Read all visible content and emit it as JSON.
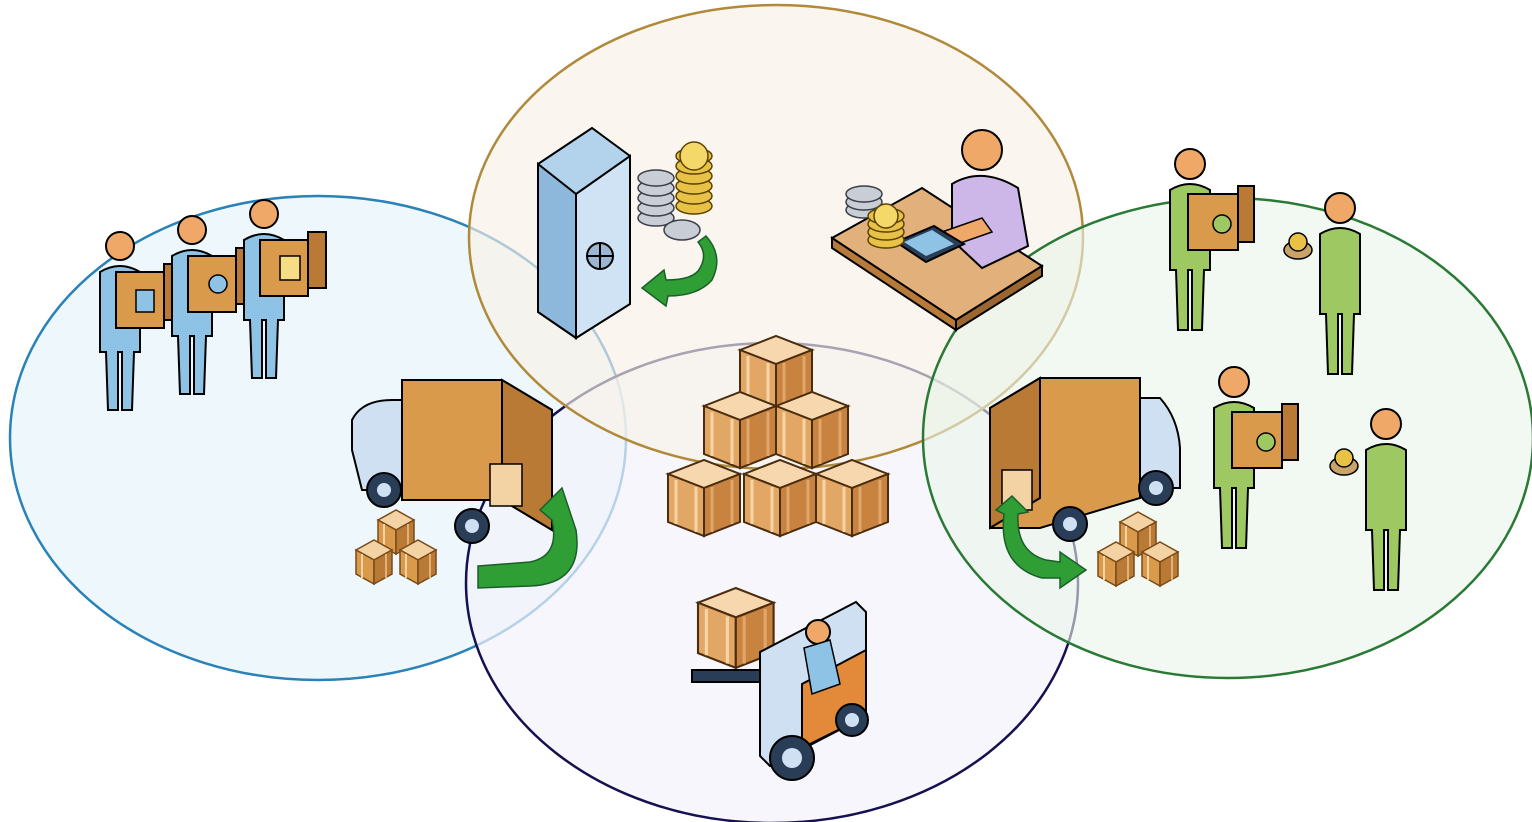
{
  "diagram": {
    "type": "overlapping-circles",
    "circles": [
      {
        "id": "suppliers",
        "stroke": "#2a82b8",
        "fill": "#e6f3fb"
      },
      {
        "id": "finance",
        "stroke": "#b08a3a",
        "fill": "#f8f1e6"
      },
      {
        "id": "warehouse",
        "stroke": "#15104f",
        "fill": "#f3f2fb"
      },
      {
        "id": "customers",
        "stroke": "#2a7a35",
        "fill": "#e9f5ea"
      }
    ],
    "colors": {
      "box": "#d99a4c",
      "box_light": "#f3d2a3",
      "box_dark": "#b06f2a",
      "arrow": "#2f9e34",
      "arrow_dark": "#1c5e2b",
      "skin": "#f0a868",
      "blue_person": "#8fc3e6",
      "green_person": "#9ec962",
      "lilac_person": "#cdb6e8",
      "truck": "#cfe0f3"
    },
    "icons": [
      "box-carrier-person-icon",
      "vault-icon",
      "coin-stack-icon",
      "cashier-desk-icon",
      "calculator-icon",
      "delivery-truck-icon",
      "box-pyramid-icon",
      "forklift-icon",
      "box-carrier-customer-icon",
      "paying-customer-icon",
      "curved-arrow-icon"
    ]
  }
}
